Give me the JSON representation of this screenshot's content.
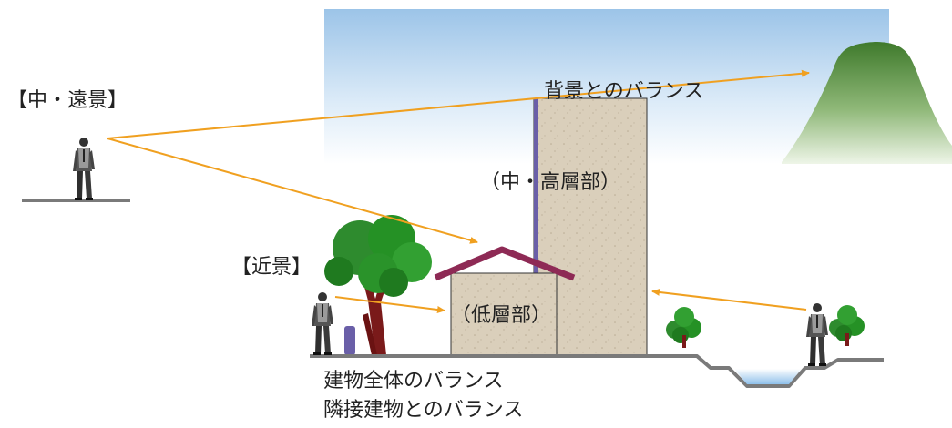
{
  "labels": {
    "background_balance": "背景とのバランス",
    "mid_far_view": "【中・遠景】",
    "mid_high_part": "（中・高層部）",
    "near_view": "【近景】",
    "low_part": "（低層部）",
    "whole_building_balance": "建物全体のバランス",
    "adjacent_building_balance": "隣接建物とのバランス"
  },
  "colors": {
    "sky_top": "#9cc4e8",
    "sky_bottom": "#ffffff",
    "mountain_top": "#3f7a2c",
    "mountain_bottom": "#e8f2e0",
    "sightline": "#f0a020",
    "building": "#d9cdb8",
    "roof": "#8e2a55",
    "edge_accent": "#6a5fa8",
    "ground": "#777777",
    "tree": "#2e8b2e",
    "trunk": "#7a1a1a"
  },
  "icons": [
    "person-icon",
    "tree-icon",
    "mountain-icon",
    "bollard-icon"
  ]
}
